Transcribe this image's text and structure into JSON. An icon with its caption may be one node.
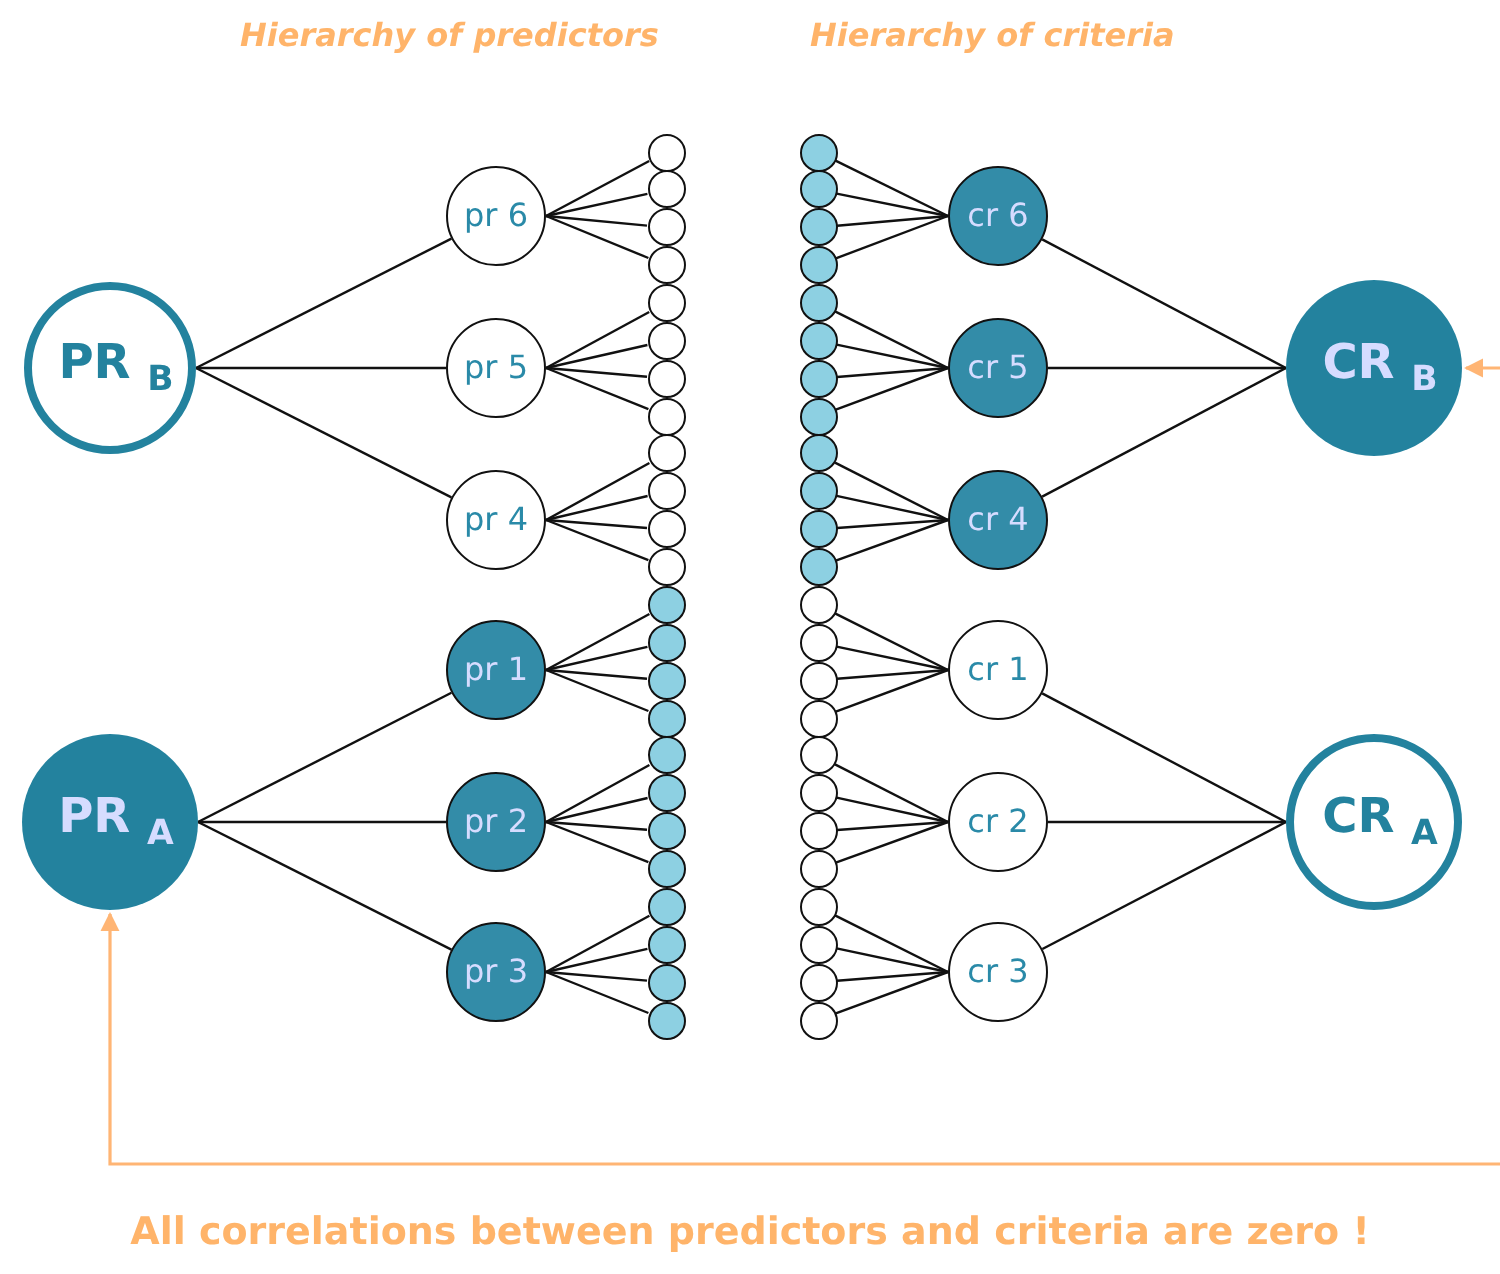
{
  "diagram": {
    "caption": "All correlations between predictors and criteria are zero !",
    "nodes": [
      {
        "text": [
          "PR $_{B}$"
        ]
      },
      {
        "text": [
          "pr 6"
        ]
      },
      {
        "text": [
          "pr 5"
        ]
      },
      {
        "text": [
          "pr 4"
        ]
      },
      {
        "text": [
          "PR $_{A}$"
        ]
      },
      {
        "text": [
          "pr 1"
        ]
      },
      {
        "text": [
          "pr 2"
        ]
      },
      {
        "text": [
          "pr 3"
        ]
      },
      {
        "text": [],
        "shape": "circle"
      },
      {
        "text": [],
        "shape": "circle"
      },
      {
        "text": [],
        "shape": "circle"
      },
      {
        "text": [],
        "shape": "circle"
      },
      {
        "text": [],
        "shape": "circle"
      },
      {
        "text": [],
        "shape": "circle"
      },
      {
        "text": [],
        "shape": "circle"
      },
      {
        "text": [],
        "shape": "circle"
      },
      {
        "text": [],
        "shape": "circle"
      },
      {
        "text": [],
        "shape": "circle"
      },
      {
        "text": [],
        "shape": "circle"
      },
      {
        "text": [],
        "shape": "circle"
      },
      {
        "text": [],
        "shape": "circle"
      },
      {
        "text": [],
        "shape": "circle"
      },
      {
        "text": [],
        "shape": "circle"
      },
      {
        "text": [],
        "shape": "circle"
      },
      {
        "text": [],
        "shape": "circle"
      },
      {
        "text": [],
        "shape": "circle"
      },
      {
        "text": [],
        "shape": "circle"
      },
      {
        "text": [],
        "shape": "circle"
      },
      {
        "text": [],
        "shape": "circle"
      },
      {
        "text": [],
        "shape": "circle"
      },
      {
        "text": [],
        "shape": "circle"
      },
      {
        "text": [],
        "shape": "circle"
      },
      {
        "text": [],
        "shape": "circle"
      },
      {
        "text": [],
        "shape": "circle"
      },
      {
        "text": [],
        "shape": "circle"
      },
      {
        "text": [],
        "shape": "circle"
      },
      {
        "text": [],
        "shape": "circle"
      },
      {
        "text": [],
        "shape": "circle"
      },
      {
        "text": [],
        "shape": "circle"
      },
      {
        "text": [],
        "shape": "circle"
      },
      {
        "text": [],
        "shape": "circle"
      },
      {
        "text": [],
        "shape": "circle"
      },
      {
        "text": [],
        "shape": "circle"
      },
      {
        "text": [],
        "shape": "circle"
      },
      {
        "text": [],
        "shape": "circle"
      },
      {
        "text": [],
        "shape": "circle"
      },
      {
        "text": [],
        "shape": "circle"
      },
      {
        "text": [],
        "shape": "circle"
      },
      {
        "text": [],
        "shape": "circle"
      },
      {
        "text": [],
        "shape": "circle"
      },
      {
        "text": [],
        "shape": "circle"
      },
      {
        "text": [],
        "shape": "circle"
      },
      {
        "text": [],
        "shape": "circle"
      },
      {
        "text": [],
        "shape": "circle"
      },
      {
        "text": [],
        "shape": "circle"
      },
      {
        "text": [],
        "shape": "circle"
      },
      {
        "text": [
          "cr 6"
        ]
      },
      {
        "text": [
          "cr 5"
        ]
      },
      {
        "text": [
          "cr 4"
        ]
      },
      {
        "text": [
          "cr 1"
        ]
      },
      {
        "text": [
          "cr 2"
        ]
      },
      {
        "text": [
          "cr 3"
        ]
      },
      {
        "text": [
          "CR $_{B}$"
        ]
      },
      {
        "text": [
          "CR $_{A}$"
        ]
      }
    ],
    "edges": [
      {
        "from": 0,
        "to": 1,
        "arrow": "none"
      },
      {
        "from": 0,
        "to": 2,
        "arrow": "none"
      },
      {
        "from": 0,
        "to": 3,
        "arrow": "none"
      },
      {
        "from": 4,
        "to": 5,
        "arrow": "none"
      },
      {
        "from": 4,
        "to": 6,
        "arrow": "none"
      },
      {
        "from": 4,
        "to": 7,
        "arrow": "none"
      },
      {
        "from": 1,
        "to": 8,
        "arrow": "none"
      },
      {
        "from": 1,
        "to": 9,
        "arrow": "none"
      },
      {
        "from": 1,
        "to": 10,
        "arrow": "none"
      },
      {
        "from": 1,
        "to": 11,
        "arrow": "none"
      },
      {
        "from": 2,
        "to": 12,
        "arrow": "none"
      },
      {
        "from": 2,
        "to": 13,
        "arrow": "none"
      },
      {
        "from": 2,
        "to": 14,
        "arrow": "none"
      },
      {
        "from": 2,
        "to": 15,
        "arrow": "none"
      },
      {
        "from": 3,
        "to": 16,
        "arrow": "none"
      },
      {
        "from": 3,
        "to": 17,
        "arrow": "none"
      },
      {
        "from": 3,
        "to": 18,
        "arrow": "none"
      },
      {
        "from": 3,
        "to": 19,
        "arrow": "none"
      },
      {
        "from": 5,
        "to": 20,
        "arrow": "none"
      },
      {
        "from": 5,
        "to": 21,
        "arrow": "none"
      },
      {
        "from": 5,
        "to": 22,
        "arrow": "none"
      },
      {
        "from": 5,
        "to": 23,
        "arrow": "none"
      },
      {
        "from": 6,
        "to": 24,
        "arrow": "none"
      },
      {
        "from": 6,
        "to": 25,
        "arrow": "none"
      },
      {
        "from": 6,
        "to": 26,
        "arrow": "none"
      },
      {
        "from": 6,
        "to": 27,
        "arrow": "none"
      },
      {
        "from": 7,
        "to": 28,
        "arrow": "none"
      },
      {
        "from": 7,
        "to": 29,
        "arrow": "none"
      },
      {
        "from": 7,
        "to": 30,
        "arrow": "none"
      },
      {
        "from": 7,
        "to": 31,
        "arrow": "none"
      },
      {
        "from": 56,
        "to": 32,
        "arrow": "none"
      },
      {
        "from": 56,
        "to": 33,
        "arrow": "none"
      },
      {
        "from": 56,
        "to": 34,
        "arrow": "none"
      },
      {
        "from": 56,
        "to": 35,
        "arrow": "none"
      },
      {
        "from": 57,
        "to": 36,
        "arrow": "none"
      },
      {
        "from": 57,
        "to": 37,
        "arrow": "none"
      },
      {
        "from": 57,
        "to": 38,
        "arrow": "none"
      },
      {
        "from": 57,
        "to": 39,
        "arrow": "none"
      },
      {
        "from": 58,
        "to": 40,
        "arrow": "none"
      },
      {
        "from": 58,
        "to": 41,
        "arrow": "none"
      },
      {
        "from": 58,
        "to": 42,
        "arrow": "none"
      },
      {
        "from": 58,
        "to": 43,
        "arrow": "none"
      },
      {
        "from": 59,
        "to": 44,
        "arrow": "none"
      },
      {
        "from": 59,
        "to": 45,
        "arrow": "none"
      },
      {
        "from": 59,
        "to": 46,
        "arrow": "none"
      },
      {
        "from": 59,
        "to": 47,
        "arrow": "none"
      },
      {
        "from": 60,
        "to": 48,
        "arrow": "none"
      },
      {
        "from": 60,
        "to": 49,
        "arrow": "none"
      },
      {
        "from": 60,
        "to": 50,
        "arrow": "none"
      },
      {
        "from": 60,
        "to": 51,
        "arrow": "none"
      },
      {
        "from": 61,
        "to": 52,
        "arrow": "none"
      },
      {
        "from": 61,
        "to": 53,
        "arrow": "none"
      },
      {
        "from": 61,
        "to": 54,
        "arrow": "none"
      },
      {
        "from": 61,
        "to": 55,
        "arrow": "none"
      },
      {
        "from": 62,
        "to": 56,
        "arrow": "none"
      },
      {
        "from": 62,
        "to": 57,
        "arrow": "none"
      },
      {
        "from": 62,
        "to": 58,
        "arrow": "none"
      },
      {
        "from": 63,
        "to": 59,
        "arrow": "none"
      },
      {
        "from": 63,
        "to": 60,
        "arrow": "none"
      },
      {
        "from": 63,
        "to": 61,
        "arrow": "none"
      },
      {
        "from": null,
        "to": 62,
        "arrow": "to",
        "color": "#ffb574"
      },
      {
        "from": null,
        "to": 4,
        "arrow": "to",
        "color": "#ffb574"
      }
    ],
    "labels": [
      "Hierarchy of predictors",
      "Hierarchy of criteria"
    ]
  }
}
